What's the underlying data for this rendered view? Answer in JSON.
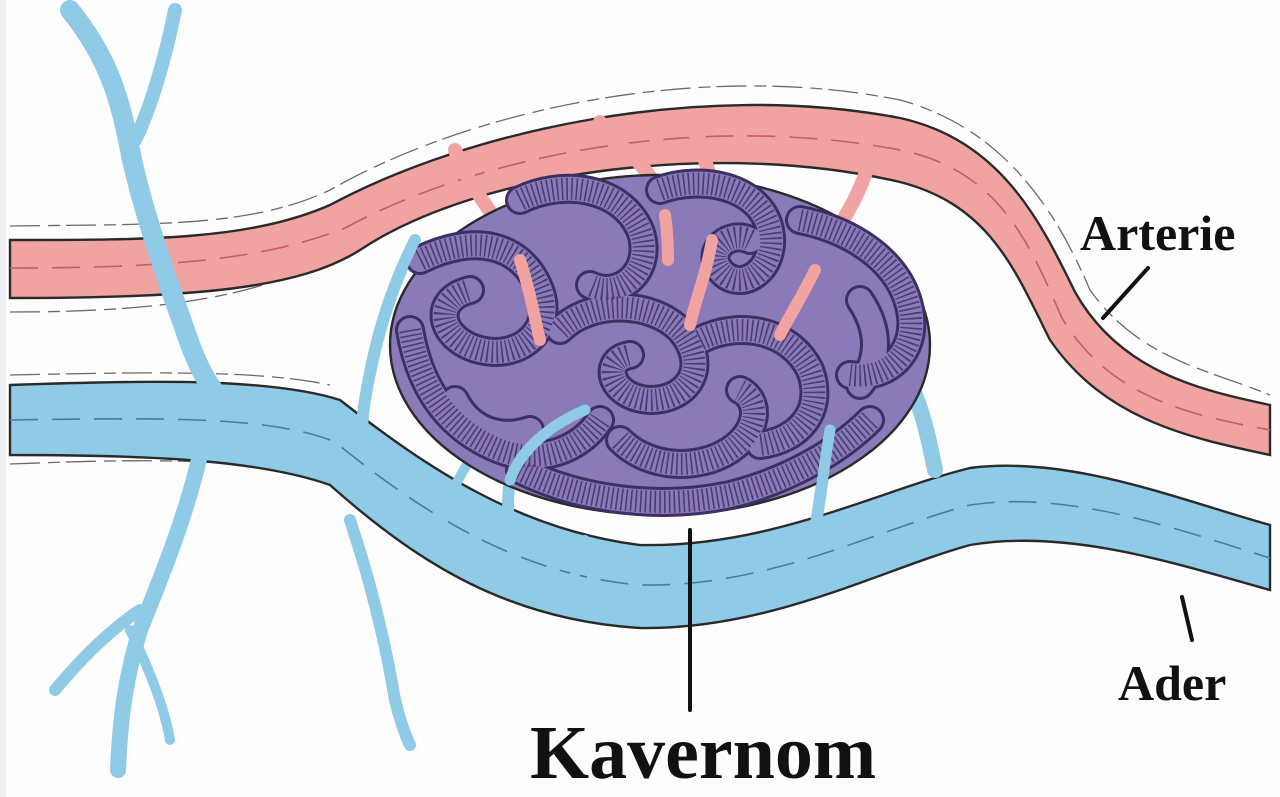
{
  "labels": {
    "artery": "Arterie",
    "vein": "Ader",
    "cavernoma": "Kavernom"
  },
  "colors": {
    "artery": "#f0a3a0",
    "artery_center": "#c0615e",
    "vein": "#8fcbe6",
    "vein_center": "#3f7fa6",
    "cavernoma": "#8b7ab8",
    "cavernoma_dark": "#3c2f63",
    "outline": "#2a2a2a",
    "background": "#fdfdfd"
  }
}
